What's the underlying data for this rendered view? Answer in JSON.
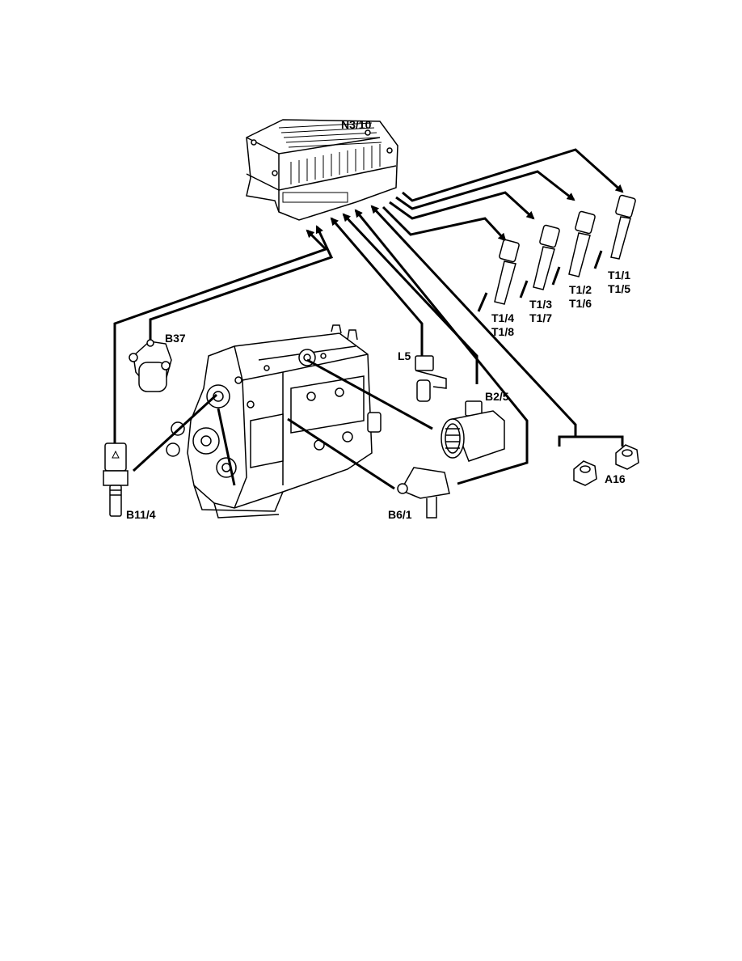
{
  "diagram": {
    "labels": {
      "control_unit": "N3/10",
      "coil_a": [
        "T1/1",
        "T1/5"
      ],
      "coil_b": [
        "T1/2",
        "T1/6"
      ],
      "coil_c": [
        "T1/3",
        "T1/7"
      ],
      "coil_d": [
        "T1/4",
        "T1/8"
      ],
      "sensor_b37": "B37",
      "sensor_l5": "L5",
      "sensor_b2_5": "B2/5",
      "sensor_b11_4": "B11/4",
      "sensor_b6_1": "B6/1",
      "sensor_a16": "A16"
    },
    "line_color": "#000000",
    "fill_color": "#ffffff"
  }
}
